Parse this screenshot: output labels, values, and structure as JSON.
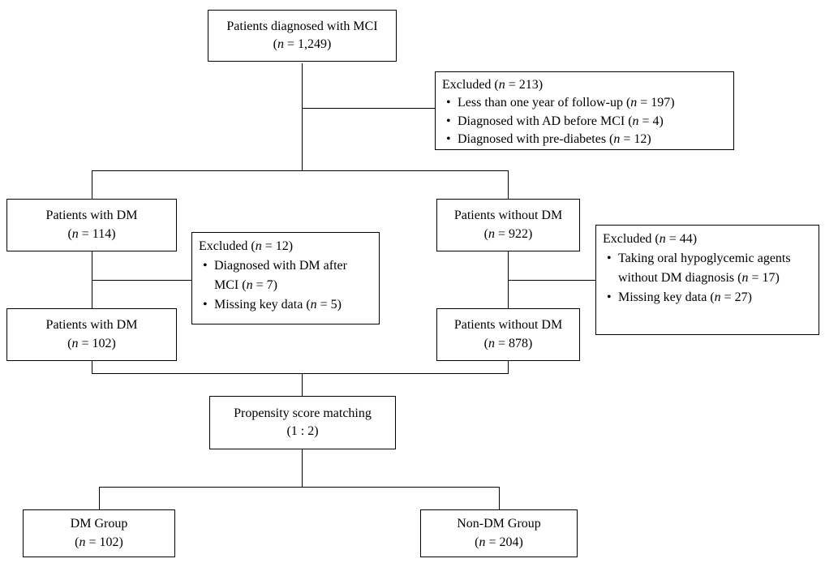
{
  "diagram": {
    "colors": {
      "border": "#000000",
      "text": "#000000",
      "background": "#ffffff"
    },
    "nodes": {
      "mci": {
        "line1": "Patients diagnosed with MCI",
        "line2": "(n = 1,249)"
      },
      "excluded_top": {
        "title": "Excluded (n = 213)",
        "items": [
          "Less than one year of follow-up (n = 197)",
          "Diagnosed with AD before MCI (n = 4)",
          "Diagnosed with pre-diabetes (n = 12)"
        ]
      },
      "dm_114": {
        "line1": "Patients with DM",
        "line2": "(n = 114)"
      },
      "nondm_922": {
        "line1": "Patients without DM",
        "line2": "(n = 922)"
      },
      "excluded_dm": {
        "title": "Excluded (n = 12)",
        "items": [
          "Diagnosed with DM after MCI (n = 7)",
          "Missing key data (n = 5)"
        ]
      },
      "excluded_nondm": {
        "title": "Excluded (n = 44)",
        "items": [
          "Taking oral hypoglycemic agents without DM diagnosis (n = 17)",
          "Missing key data (n = 27)"
        ]
      },
      "dm_102": {
        "line1": "Patients with DM",
        "line2": "(n = 102)"
      },
      "nondm_878": {
        "line1": "Patients without DM",
        "line2": "(n = 878)"
      },
      "psm": {
        "line1": "Propensity score matching",
        "line2": "(1 : 2)"
      },
      "dm_group": {
        "line1": "DM Group",
        "line2": "(n = 102)"
      },
      "nondm_group": {
        "line1": "Non-DM Group",
        "line2": "(n = 204)"
      }
    }
  }
}
